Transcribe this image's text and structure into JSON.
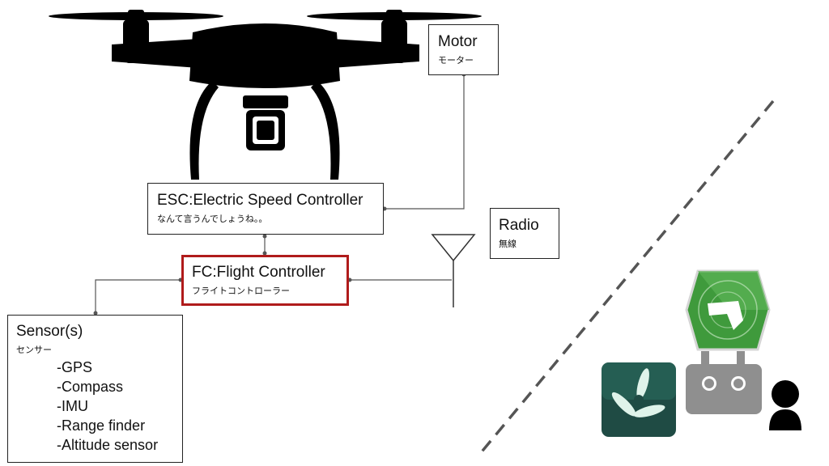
{
  "motor": {
    "title": "Motor",
    "sub": "モーター"
  },
  "esc": {
    "title": "ESC:Electric Speed Controller",
    "sub": "なんて言うんでしょうね。。"
  },
  "radio": {
    "title": "Radio",
    "sub": "無線"
  },
  "fc": {
    "title": "FC:Flight Controller",
    "sub": "フライトコントローラー"
  },
  "sensors": {
    "title": "Sensor(s)",
    "sub": "センサー",
    "items": [
      "-GPS",
      "-Compass",
      "-IMU",
      "-Range finder",
      "-Altitude sensor"
    ]
  },
  "colors": {
    "fc_border": "#b01b1b",
    "green": "#3f9a3c",
    "dark_teal": "#1f4b44",
    "gray": "#8f8f8f"
  },
  "icons": [
    "drone-icon",
    "antenna-icon",
    "app-icon",
    "shield-icon",
    "remote-controller-icon",
    "person-icon"
  ]
}
